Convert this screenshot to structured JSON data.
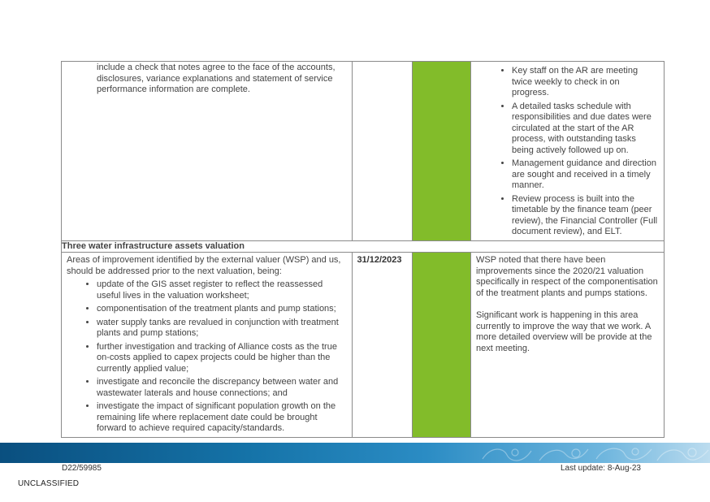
{
  "row1": {
    "left_text": "include a check that notes agree to the face of the accounts, disclosures, variance explanations and statement of service performance information are complete.",
    "right_bullets": [
      "Key staff on the AR are meeting twice weekly to check in on progress.",
      "A detailed tasks schedule with responsibilities and due dates were circulated at the start of the AR process, with outstanding tasks being actively followed up on.",
      "Management guidance and direction are sought and received in a timely manner.",
      "Review process is built into the timetable by the finance team (peer review), the Financial Controller (Full document review), and ELT."
    ]
  },
  "section": {
    "title": "Three water infrastructure assets valuation"
  },
  "row3": {
    "intro": "Areas of improvement identified by the external valuer (WSP) and us, should be addressed prior to the next valuation, being:",
    "bullets": [
      "update of the GIS asset register to reflect the reassessed useful lives in the valuation worksheet;",
      "componentisation of the treatment plants and pump stations;",
      "water supply tanks are revalued in conjunction with treatment plants and pump stations;",
      "further investigation and tracking of Alliance costs as the true on-costs applied to capex projects could be higher than the currently applied value;",
      "investigate and reconcile the discrepancy between water and wastewater laterals and house connections; and",
      "investigate the impact of significant population growth on the remaining life where replacement date could be brought forward to achieve required capacity/standards."
    ],
    "date": "31/12/2023",
    "response_p1": "WSP noted that there have been improvements since the 2020/21 valuation specifically in respect of the componentisation of the treatment plants and pumps stations.",
    "response_p2": "Significant work is happening in this area currently to improve the way that we work. A more detailed overview will be provide at the next meeting."
  },
  "colors": {
    "status_green": "#82bc2a",
    "section_title": "#1a6fa0"
  },
  "footer": {
    "doc_ref": "D22/59985",
    "last_update": "Last update: 8-Aug-23",
    "classification": "UNCLASSIFIED"
  }
}
